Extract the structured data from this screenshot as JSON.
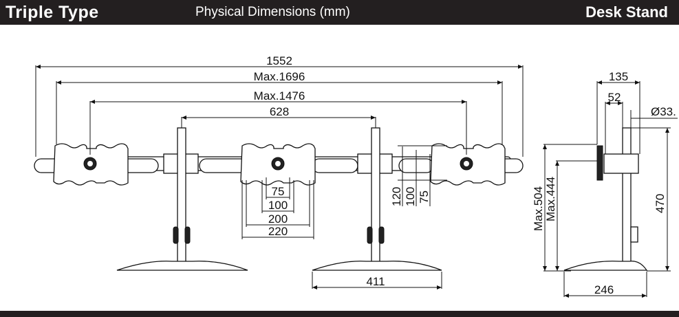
{
  "header": {
    "title": "Triple Type",
    "subtitle": "Physical Dimensions (mm)",
    "right_label": "Desk Stand"
  },
  "dimensions": {
    "overall_width": "1552",
    "max_width_outer": "Max.1696",
    "max_width_inner": "Max.1476",
    "pole_spacing": "628",
    "vesa_75": "75",
    "vesa_100": "100",
    "vesa_200": "200",
    "vesa_220": "220",
    "plate_120": "120",
    "plate_100": "100",
    "plate_75": "75",
    "base_width": "411",
    "side_depth_135": "135",
    "side_depth_52": "52",
    "pole_diameter": "Ø33.",
    "max_height_504": "Max.504",
    "max_height_444": "Max.444",
    "pole_height": "470",
    "side_base_depth": "246"
  },
  "colors": {
    "bar": "#231f20",
    "line": "#111111"
  }
}
